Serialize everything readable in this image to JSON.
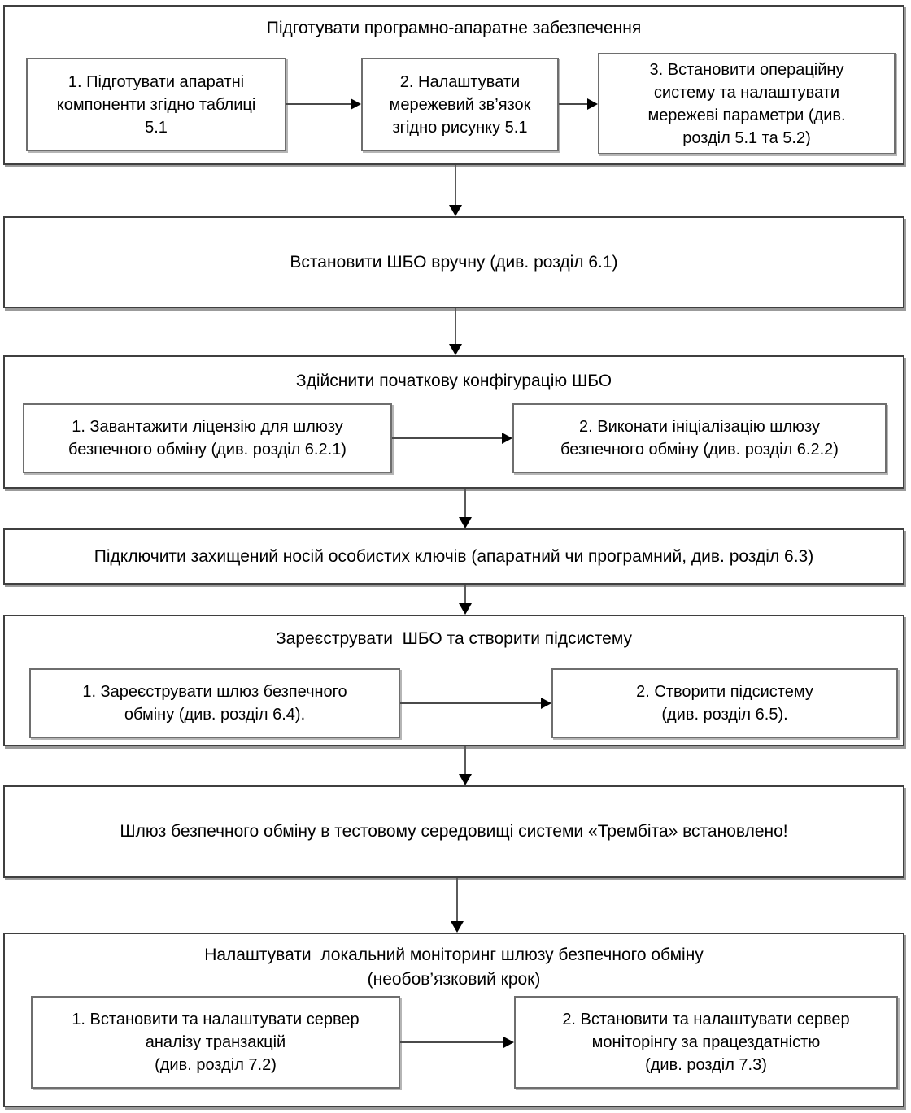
{
  "diagram": {
    "sections": [
      {
        "title": "Підготувати програмно-апаратне забезпечення",
        "boxes": [
          {
            "lines": [
              "1. Підготувати апаратні",
              "компоненти згідно таблиці",
              "5.1"
            ]
          },
          {
            "lines": [
              "2. Налаштувати",
              "мережевий зв’язок",
              "згідно рисунку 5.1"
            ]
          },
          {
            "lines": [
              "3. Встановити операційну",
              "систему та налаштувати",
              "мережеві параметри (див.",
              "розділ 5.1 та 5.2)"
            ]
          }
        ]
      },
      {
        "text": "Встановити ШБО вручну (див. розділ 6.1)"
      },
      {
        "title": "Здійснити початкову конфігурацію ШБО",
        "boxes": [
          {
            "lines": [
              "1. Завантажити ліцензію для шлюзу",
              "безпечного обміну (див. розділ 6.2.1)"
            ]
          },
          {
            "lines": [
              "2. Виконати ініціалізацію шлюзу",
              "безпечного обміну (див. розділ 6.2.2)"
            ]
          }
        ]
      },
      {
        "text": "Підключити захищений носій особистих ключів (апаратний чи програмний, див. розділ 6.3)"
      },
      {
        "title": "Зареєструвати  ШБО та створити підсистему",
        "boxes": [
          {
            "lines": [
              "1. Зареєструвати шлюз безпечного",
              "обміну (див. розділ 6.4)."
            ]
          },
          {
            "lines": [
              "2. Створити підсистему",
              "(див. розділ 6.5)."
            ]
          }
        ]
      },
      {
        "text": "Шлюз безпечного обміну в тестовому середовищі системи «Трембіта» встановлено!"
      },
      {
        "title_lines": [
          "Налаштувати  локальний моніторинг шлюзу безпечного обміну",
          "(необов’язковий крок)"
        ],
        "boxes": [
          {
            "lines": [
              "1. Встановити та налаштувати сервер",
              "аналізу транзакцій",
              "(див. розділ 7.2)"
            ]
          },
          {
            "lines": [
              "2. Встановити та налаштувати сервер",
              "моніторінгу за працездатністю",
              "(див. розділ 7.3)"
            ]
          }
        ]
      }
    ]
  }
}
